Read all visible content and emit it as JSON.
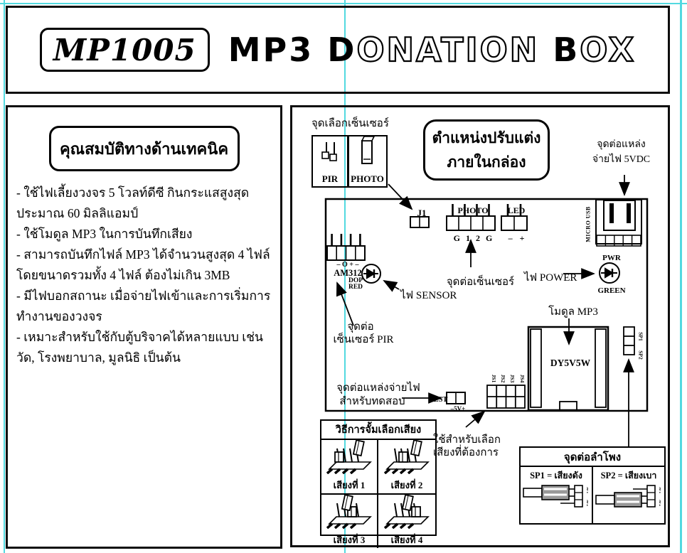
{
  "colors": {
    "guide": "#52d9e0",
    "ink": "#000000",
    "plug_gray": "#999999"
  },
  "header": {
    "model": "MP1005",
    "title_solid1": "MP3 D",
    "title_outline1": "ONATION",
    "title_solid2": "B",
    "title_outline2": "OX"
  },
  "specs": {
    "heading": "คุณสมบัติทางด้านเทคนิค",
    "items": [
      "- ใช้ไฟเลี้ยงวงจร 5 โวลท์ดีซี กินกระแสสูงสุดประมาณ 60 มิลลิแอมป์",
      "- ใช้โมดูล MP3 ในการบันทึกเสียง",
      "- สามารถบันทึกไฟล์ MP3 ได้จำนวนสูงสุด 4 ไฟล์ โดยขนาดรวมทั้ง 4 ไฟล์ ต้องไม่เกิน 3MB",
      "- มีไฟบอกสถานะ เมื่อจ่ายไฟเข้าและการเริ่มการทำงานของวงจร",
      "- เหมาะสำหรับใช้กับตู้บริจาคได้หลายแบบ เช่น วัด, โรงพยาบาล, มูลนิธิ เป็นต้น"
    ]
  },
  "diagram": {
    "title_line1": "ตำแหน่งปรับแต่ง",
    "title_line2": "ภายในกล่อง",
    "sensor_select_label": "จุดเลือกเซ็นเซอร์",
    "pir": "PIR",
    "photo": "PHOTO",
    "power_5vdc_line1": "จุดต่อแหล่ง",
    "power_5vdc_line2": "จ่ายไฟ 5VDC",
    "micro_usb": "MICRO USB",
    "j1": "J1",
    "photo_header": "PHOTO",
    "led_header": "LED",
    "photo_pins": "G 1 2 G",
    "led_pins": "– +",
    "sensor_conn_label": "จุดต่อเซ็นเซอร์",
    "am312_pins": "– O + –",
    "am312": "AM312",
    "dop": "DOP",
    "red": "RED",
    "sensor_led_label": "ไฟ SENSOR",
    "power_led_label": "ไฟ POWER",
    "pwr": "PWR",
    "green": "GREEN",
    "mp3_module_label": "โมดูล MP3",
    "module_name": "DY5V5W",
    "sp1": "SP1",
    "sp2": "SP2",
    "js_labels": [
      "JS1",
      "JS2",
      "JS3",
      "JS4"
    ],
    "test": "TEST",
    "test_pins": "–5V+",
    "test_label_line1": "จุดต่อแหล่งจ่ายไฟ",
    "test_label_line2": "สำหรับทดสอบ",
    "pir_conn_line1": "จุดต่อ",
    "pir_conn_line2": "เซ็นเซอร์ PIR",
    "js_select_line1": "ใช้สำหรับเลือก",
    "js_select_line2": "เสียงที่ต้องการ"
  },
  "jumper_box": {
    "heading": "วิธีการจั้มเลือกเสียง",
    "cells": [
      "เสียงที่ 1",
      "เสียงที่ 2",
      "เสียงที่ 3",
      "เสียงที่ 4"
    ]
  },
  "speaker_box": {
    "heading": "จุดต่อลำโพง",
    "sp1_label": "SP1 = เสียงดัง",
    "sp2_label": "SP2 = เสียงเบา"
  }
}
